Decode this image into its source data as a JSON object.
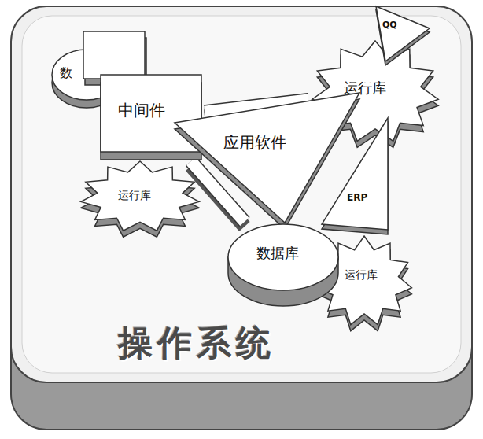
{
  "diagram": {
    "nodes": [
      {
        "text": [
          "操作系统"
        ]
      },
      {
        "text": [
          "数"
        ],
        "in": 0
      },
      {
        "text": [
          "中间件"
        ],
        "in": 0
      },
      {
        "text": [
          "运行库"
        ],
        "in": 0
      },
      {
        "text": [
          "QQ"
        ],
        "in": 0
      },
      {
        "text": [
          "运行库"
        ],
        "in": 0
      },
      {
        "text": [
          "应用软件"
        ],
        "in": 0
      },
      {
        "text": [
          "ERP"
        ],
        "in": 0
      },
      {
        "text": [
          "运行库"
        ],
        "in": 0
      },
      {
        "text": [
          "数据库"
        ],
        "in": 0
      }
    ],
    "edges": [
      {
        "from": 2,
        "to": 3,
        "arrow": "none"
      },
      {
        "from": 2,
        "to": 9,
        "arrow": "none"
      }
    ]
  }
}
